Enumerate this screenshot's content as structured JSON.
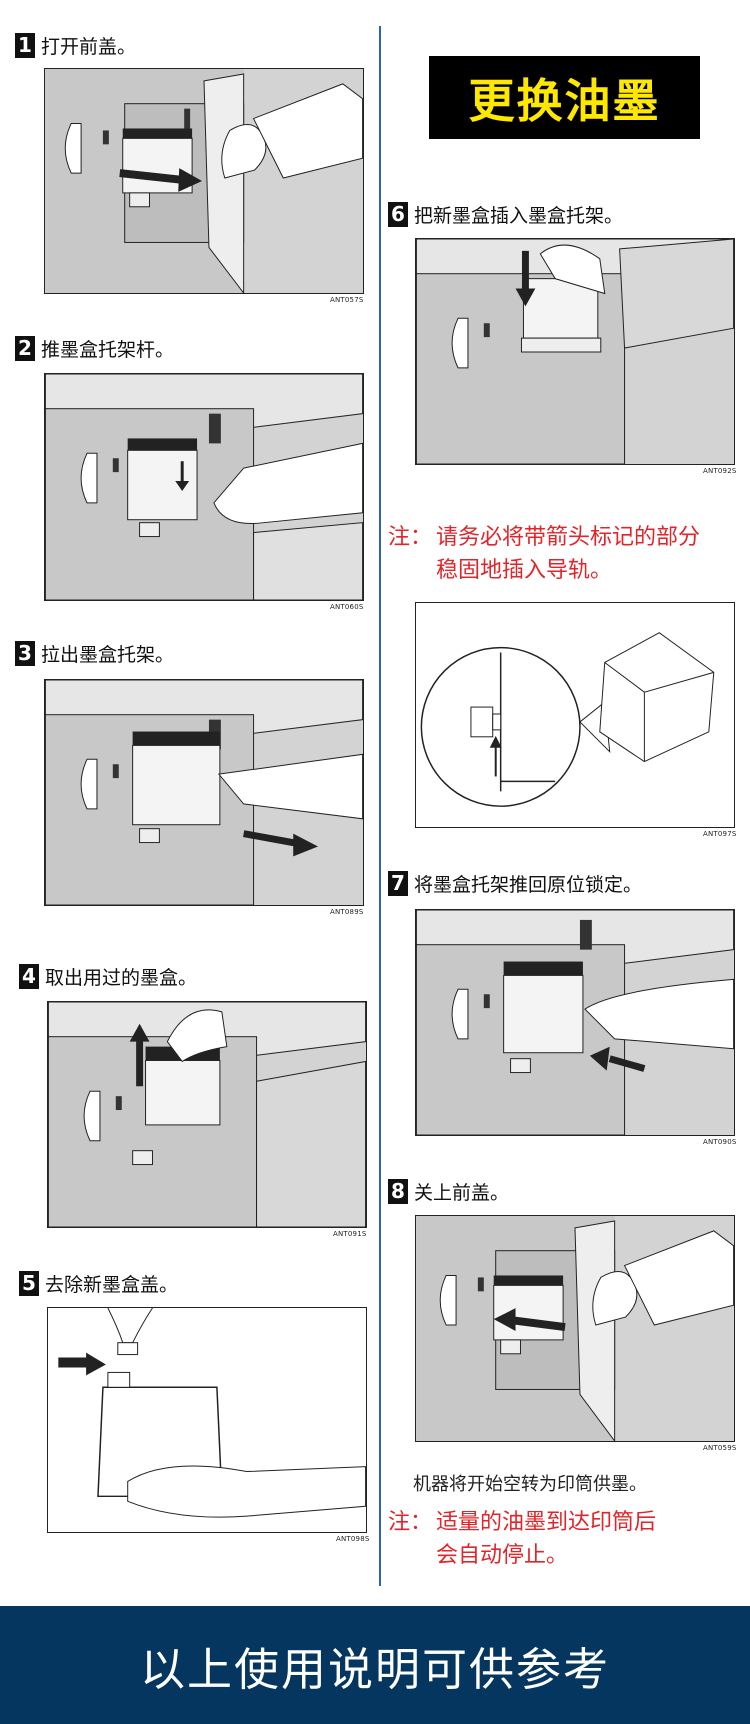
{
  "title": "更换油墨",
  "steps": [
    {
      "num": "1",
      "text": "打开前盖。",
      "code": "ANT057S"
    },
    {
      "num": "2",
      "text": "推墨盒托架杆。",
      "code": "ANT060S"
    },
    {
      "num": "3",
      "text": "拉出墨盒托架。",
      "code": "ANT089S"
    },
    {
      "num": "4",
      "text": "取出用过的墨盒。",
      "code": "ANT091S"
    },
    {
      "num": "5",
      "text": "去除新墨盒盖。",
      "code": "ANT098S"
    },
    {
      "num": "6",
      "text": "把新墨盒插入墨盒托架。",
      "code": "ANT092S"
    },
    {
      "num": "7",
      "text": "将墨盒托架推回原位锁定。",
      "code": "ANT090S"
    },
    {
      "num": "8",
      "text": "关上前盖。",
      "code": "ANT059S"
    }
  ],
  "note1": {
    "label": "注：",
    "line1": "请务必将带箭头标记的部分",
    "line2": "稳固地插入导轨。"
  },
  "detail_code": "ANT097S",
  "info": "机器将开始空转为印筒供墨。",
  "note2": {
    "label": "注：",
    "line1": "适量的油墨到达印筒后",
    "line2": "会自动停止。"
  },
  "footer": "以上使用说明可供参考"
}
